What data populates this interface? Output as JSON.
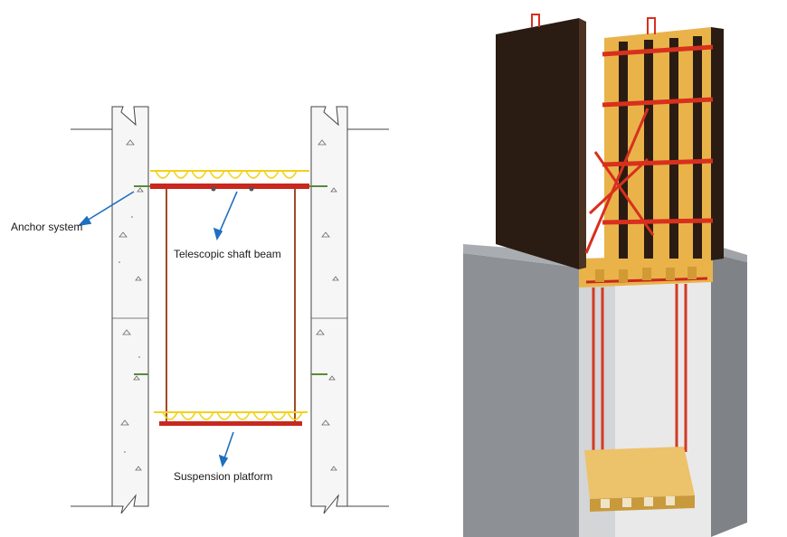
{
  "labels": {
    "anchor": "Anchor system",
    "beam": "Telescopic shaft beam",
    "platform": "Suspension platform"
  },
  "colors": {
    "arrow": "#1f6fbf",
    "beam_red": "#c8281e",
    "yellow": "#f2d21a",
    "concrete": "#f4f4f4",
    "gray_shaft": "#8d9196",
    "dark_panel": "#2a1c12",
    "wood": "#e9b34a"
  }
}
